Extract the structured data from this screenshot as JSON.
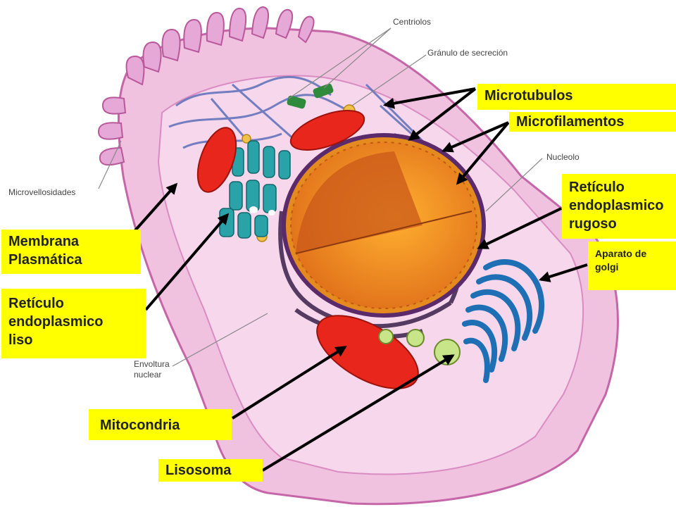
{
  "figure_labels": {
    "centriolos": "Centriolos",
    "granulo": "Gránulo de secreción",
    "nucleolo": "Nucleolo",
    "microvellosidades": "Microvellosidades",
    "envoltura": "Envoltura\nnuclear"
  },
  "callouts": {
    "microtubulos": "Microtubulos",
    "microfilamentos": "Microfilamentos",
    "rer": "Retículo\nendoplasmico\nrugoso",
    "golgi": "Aparato de\ngolgi",
    "membrana": "Membrana\nPlasmática",
    "rel": "Retículo\nendoplasmico\nliso",
    "mitocondria": "Mitocondria",
    "lisosoma": "Lisosoma"
  },
  "colors": {
    "callout_bg": "#ffff00",
    "arrow": "#000000",
    "cell_membrane": "#d46fb6",
    "cytoplasm": "#f3c6e4",
    "nucleus": "#f59a1e",
    "mitochondria": "#e8261c",
    "golgi": "#1f6fb5",
    "smooth_er": "#2aa3a8",
    "lysosome": "#c9e58a"
  }
}
